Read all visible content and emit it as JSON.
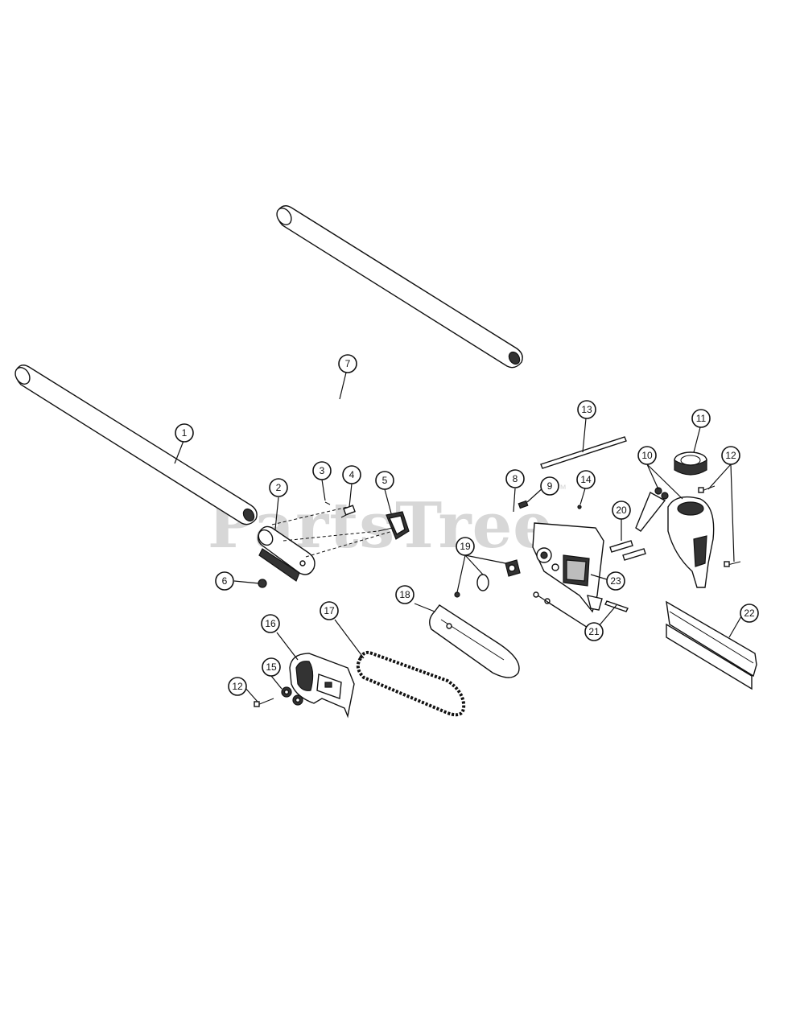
{
  "watermark": "PartsTree",
  "trademark": "™",
  "callouts": [
    "1",
    "2",
    "3",
    "4",
    "5",
    "6",
    "7",
    "8",
    "9",
    "10",
    "11",
    "12",
    "13",
    "14",
    "15",
    "16",
    "17",
    "18",
    "19",
    "20",
    "21",
    "22",
    "23",
    "12"
  ]
}
